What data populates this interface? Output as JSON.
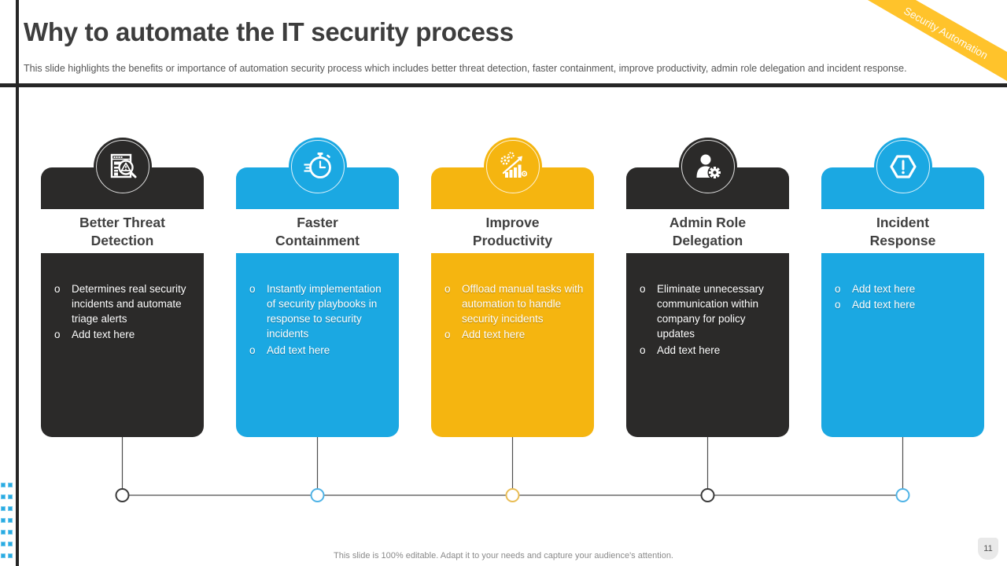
{
  "slide": {
    "title": "Why to automate the IT security process",
    "subtitle": "This slide highlights the benefits or importance of automation security process which includes better threat detection, faster containment, improve productivity, admin role delegation and incident response.",
    "ribbon": "Security Automation",
    "footer": "This slide is 100% editable. Adapt it to your needs and capture your audience's attention.",
    "page_number": "11",
    "bullet_marker": "o"
  },
  "colors": {
    "dark": "#2b2a29",
    "blue": "#1ba8e2",
    "yellow": "#f5b510",
    "ribbon_yellow": "#ffc32b",
    "title_text": "#3d3d3d",
    "subtitle_text": "#565656",
    "footer_text": "#8a8a8a",
    "connector_line": "#4d4d4d",
    "deco_square_blue": "#29abe2"
  },
  "columns": [
    {
      "title": "Better Threat Detection",
      "theme": "dark",
      "icon": "threat-scan-icon",
      "bullets": [
        "Determines real security incidents and automate triage alerts",
        "Add text here"
      ]
    },
    {
      "title": "Faster Containment",
      "theme": "blue",
      "icon": "stopwatch-icon",
      "bullets": [
        "Instantly implementation of security playbooks in response to security incidents",
        "Add text here"
      ]
    },
    {
      "title": "Improve Productivity",
      "theme": "yellow",
      "icon": "growth-gears-icon",
      "bullets": [
        "Offload manual tasks with automation to handle security incidents",
        "Add text here"
      ]
    },
    {
      "title": "Admin Role Delegation",
      "theme": "dark",
      "icon": "admin-gear-icon",
      "bullets": [
        "Eliminate unnecessary communication within company for policy updates",
        "Add text here"
      ]
    },
    {
      "title": "Incident Response",
      "theme": "blue",
      "icon": "alert-hexagon-icon",
      "bullets": [
        "Add text here",
        "Add text here"
      ]
    }
  ]
}
